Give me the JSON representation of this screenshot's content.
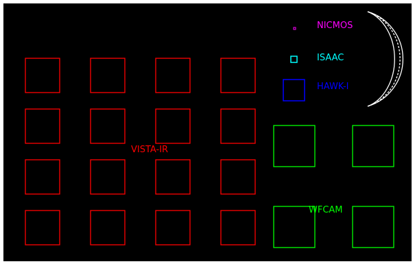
{
  "figure": {
    "background": "#000000",
    "instruments": [
      {
        "key": "nicmos",
        "label": "NICMOS",
        "color": "#ff00ff"
      },
      {
        "key": "isaac",
        "label": "ISAAC",
        "color": "#00ffff"
      },
      {
        "key": "hawk",
        "label": "HAWK-I",
        "color": "#0000ff"
      },
      {
        "key": "vista",
        "label": "VISTA-IR",
        "color": "#ff0000"
      },
      {
        "key": "wfcam",
        "label": "WFCAM",
        "color": "#00ff00"
      }
    ],
    "vista_detector_grid": {
      "rows": 4,
      "cols": 4
    },
    "wfcam_detector_grid": {
      "rows": 2,
      "cols": 2
    },
    "moon_outline_color": "#ffffff"
  }
}
